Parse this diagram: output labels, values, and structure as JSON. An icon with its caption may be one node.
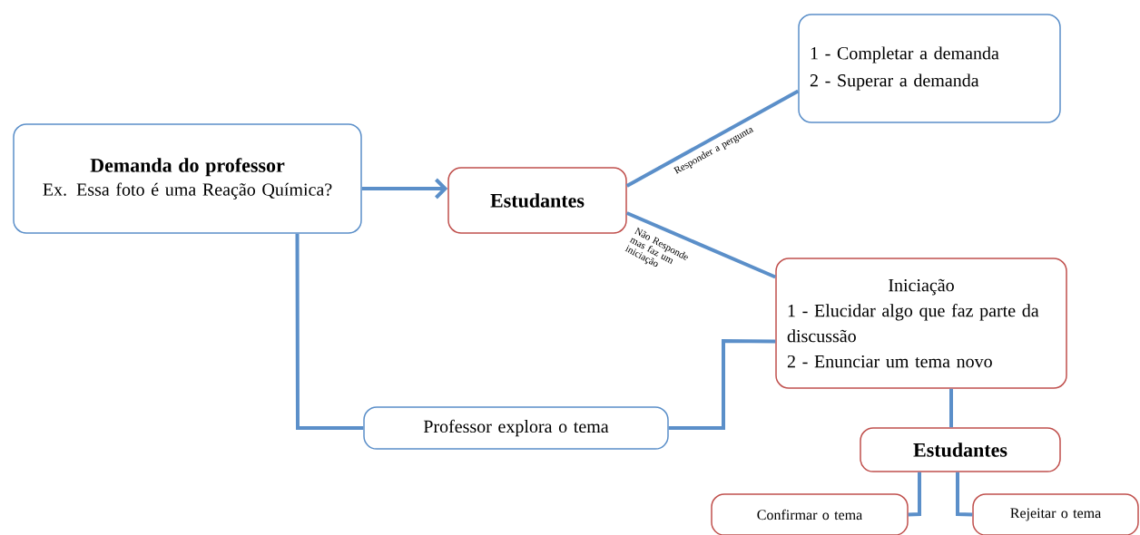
{
  "diagram": {
    "nodes": [
      {
        "text": [
          "Demanda do professor",
          "Ex. Essa foto é uma Reação Química?"
        ]
      },
      {
        "text": [
          "Estudantes"
        ]
      },
      {
        "text": [
          "1 - Completar a demanda",
          "2 - Superar a demanda"
        ]
      },
      {
        "text": [
          "Iniciação",
          "1 - Elucidar algo que faz parte da discussão",
          "2 - Enunciar um tema novo"
        ]
      },
      {
        "text": [
          "Professor explora o tema"
        ]
      },
      {
        "text": [
          "Estudantes"
        ]
      },
      {
        "text": [
          "Confirmar o tema"
        ]
      },
      {
        "text": [
          "Rejeitar o tema"
        ]
      }
    ],
    "edges": [
      {
        "from": 0,
        "to": 1,
        "arrow": "to"
      },
      {
        "from": 1,
        "to": 2,
        "arrow": "none",
        "label": "Responder a pergunta"
      },
      {
        "from": 1,
        "to": 3,
        "arrow": "none",
        "label": "Não Responde mas faz um iniciação"
      },
      {
        "from": 0,
        "to": 4,
        "arrow": "none"
      },
      {
        "from": 4,
        "to": 3,
        "arrow": "none"
      },
      {
        "from": 3,
        "to": 5,
        "arrow": "none"
      },
      {
        "from": 5,
        "to": 6,
        "arrow": "none"
      },
      {
        "from": 5,
        "to": 7,
        "arrow": "none"
      }
    ]
  }
}
